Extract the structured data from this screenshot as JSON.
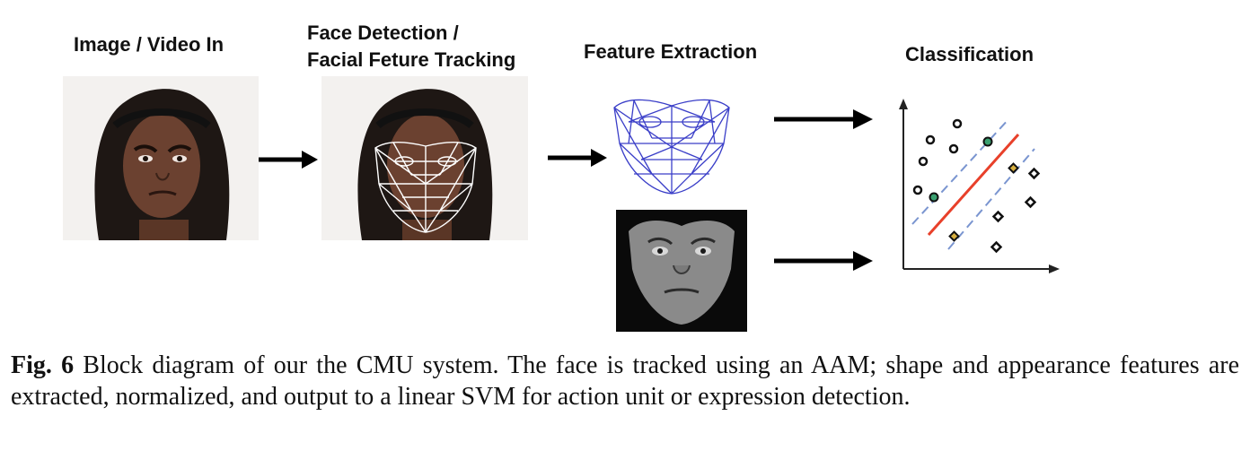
{
  "stages": {
    "input": {
      "title": "Image / Video In"
    },
    "detection": {
      "title_line1": "Face Detection /",
      "title_line2": "Facial Feture Tracking"
    },
    "extraction": {
      "title": "Feature Extraction"
    },
    "classification": {
      "title": "Classification"
    }
  },
  "caption": {
    "label": "Fig. 6",
    "text": " Block diagram of our the CMU system. The face is tracked using an AAM; shape and appearance features are extracted, normalized, and output to a linear SVM for action unit or expression detection."
  },
  "colors": {
    "arrow": "#000000",
    "mesh_shape": "#3a3ec8",
    "mesh_overlay": "#ffffff",
    "svm_boundary": "#e8402a",
    "svm_margin": "#7a95d0",
    "support_vector_green": "#3aa070",
    "support_vector_yellow": "#d8b040"
  },
  "icons": [
    "face-photo",
    "face-mesh-overlay",
    "shape-mesh",
    "appearance-face",
    "svm-scatter"
  ]
}
